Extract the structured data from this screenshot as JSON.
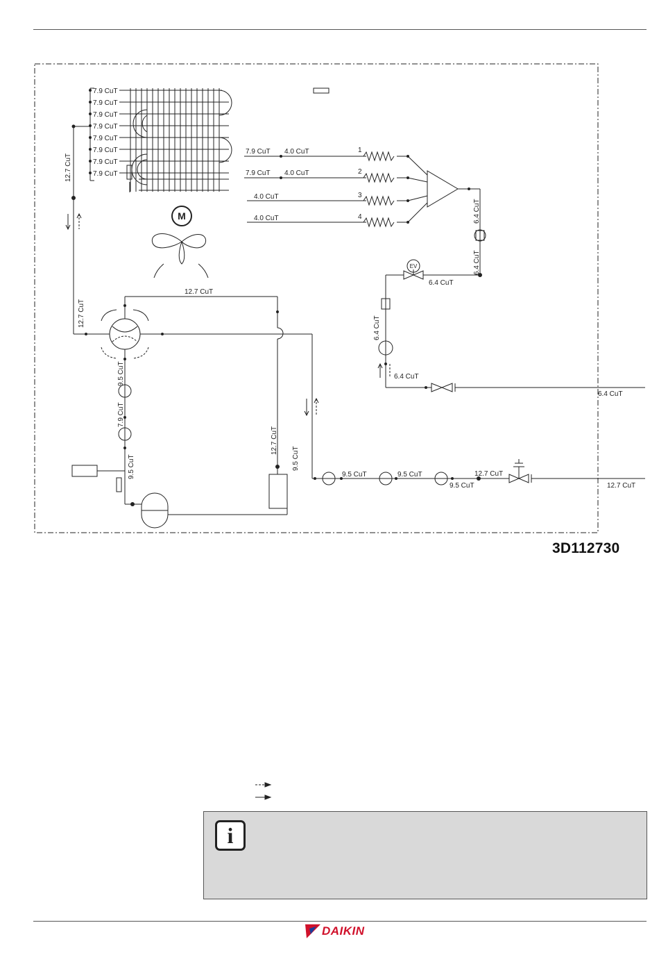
{
  "document": {
    "drawing_code": "3D112730",
    "brand": "DAIKIN",
    "brand_color": "#d0112b"
  },
  "diagram": {
    "coil_pipe_labels": [
      "7.9 CuT",
      "7.9 CuT",
      "7.9 CuT",
      "7.9 CuT",
      "7.9 CuT",
      "7.9 CuT",
      "7.9 CuT",
      "7.9 CuT"
    ],
    "header_pipe_label": "12.7 CuT",
    "motor_label": "M",
    "distributor_lines": [
      {
        "number": "1",
        "pipe_a": "7.9 CuT",
        "pipe_b": "4.0 CuT"
      },
      {
        "number": "2",
        "pipe_a": "7.9 CuT",
        "pipe_b": "4.0 CuT"
      },
      {
        "number": "3",
        "pipe_a": "",
        "pipe_b": "4.0 CuT"
      },
      {
        "number": "4",
        "pipe_a": "",
        "pipe_b": "4.0 CuT"
      }
    ],
    "distributor_outlet_label": "6.4 CuT",
    "ev_label": "EV",
    "ev_outlet_label": "6.4 CuT",
    "ev_riser_label": "6.4 CuT",
    "liquid_down_label": "6.4 CuT",
    "liquid_branch_label": "6.4 CuT",
    "liquid_stop_label": "6.4 CuT",
    "gas_pipe_lower_label": "12.7 CuT",
    "gas_top_label": "12.7 CuT",
    "suction_label_1": "9.5 CuT",
    "suction_label_2": "7.9 CuT",
    "suction_label_3": "9.5 CuT",
    "discharge_label": "12.7 CuT",
    "discharge_label_2": "9.5 CuT",
    "gas_line_labels": [
      "9.5 CuT",
      "9.5 CuT",
      "9.5 CuT",
      "12.7 CuT"
    ],
    "gas_stop_label": "12.7 CuT"
  },
  "note": {
    "icon": "info-icon"
  },
  "legend": {
    "icons": [
      "dashed-arrow-icon",
      "solid-arrow-icon"
    ]
  }
}
